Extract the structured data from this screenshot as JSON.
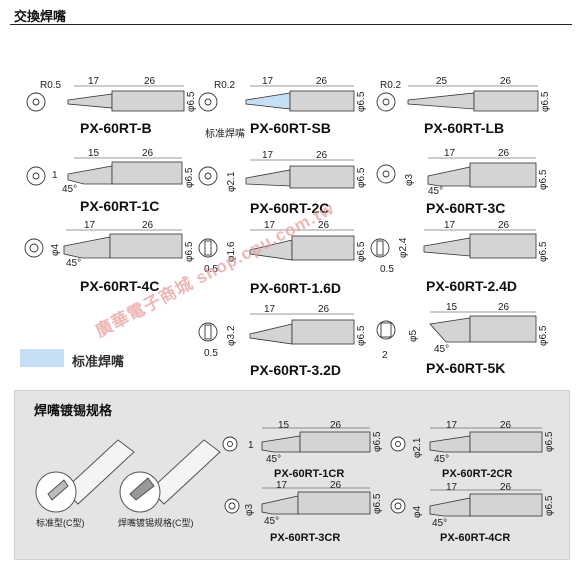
{
  "title": "交換焊嘴",
  "legend_label": "标准焊嘴",
  "sb_note": "标准焊嘴",
  "tips": [
    {
      "model": "PX-60RT-B",
      "radius": "R0.5",
      "d1": "17",
      "d2": "26",
      "dia": "φ6.5"
    },
    {
      "model": "PX-60RT-SB",
      "radius": "R0.2",
      "d1": "17",
      "d2": "26",
      "dia": "φ6.5"
    },
    {
      "model": "PX-60RT-LB",
      "radius": "R0.2",
      "d1": "25",
      "d2": "26",
      "dia": "φ6.5"
    },
    {
      "model": "PX-60RT-1C",
      "d1": "15",
      "d2": "26",
      "dia": "φ6.5",
      "angle": "45°",
      "side": "1"
    },
    {
      "model": "PX-60RT-2C",
      "d1": "17",
      "d2": "26",
      "dia": "φ6.5",
      "side": "φ2.1"
    },
    {
      "model": "PX-60RT-3C",
      "d1": "17",
      "d2": "26",
      "dia": "φ6.5",
      "angle": "45°",
      "side": "φ3"
    },
    {
      "model": "PX-60RT-4C",
      "d1": "17",
      "d2": "26",
      "dia": "φ6.5",
      "angle": "45°",
      "side": "φ4"
    },
    {
      "model": "PX-60RT-1.6D",
      "d1": "17",
      "d2": "26",
      "dia": "φ6.5",
      "side": "φ1.6",
      "thick": "0.5"
    },
    {
      "model": "PX-60RT-2.4D",
      "d1": "17",
      "d2": "26",
      "dia": "φ6.5",
      "side": "φ2.4",
      "thick": "0.5"
    },
    {
      "model": "PX-60RT-3.2D",
      "d1": "17",
      "d2": "26",
      "dia": "φ6.5",
      "side": "φ3.2",
      "thick": "0.5"
    },
    {
      "model": "PX-60RT-5K",
      "d1": "15",
      "d2": "26",
      "dia": "φ6.5",
      "angle": "45°",
      "side": "φ5",
      "thick": "2"
    }
  ],
  "panel": {
    "title": "焊嘴镀锡规格",
    "caption_left": "标准型(C型)",
    "caption_right": "焊嘴镀锡规格(C型)",
    "cr": [
      {
        "model": "PX-60RT-1CR",
        "d1": "15",
        "d2": "26",
        "dia": "φ6.5",
        "angle": "45°",
        "side": "1"
      },
      {
        "model": "PX-60RT-2CR",
        "d1": "17",
        "d2": "26",
        "dia": "φ6.5",
        "angle": "45°",
        "side": "φ2.1"
      },
      {
        "model": "PX-60RT-3CR",
        "d1": "17",
        "d2": "26",
        "dia": "φ6.5",
        "angle": "45°",
        "side": "φ3"
      },
      {
        "model": "PX-60RT-4CR",
        "d1": "17",
        "d2": "26",
        "dia": "φ6.5",
        "angle": "45°",
        "side": "φ4"
      }
    ]
  },
  "watermark": "廣華電子商城 shop.cpu.com.tw",
  "colors": {
    "highlight": "#c6dff5",
    "tip": "#d4d4d4",
    "panel": "#e4e4e4",
    "watermark": "#e8a0a0"
  }
}
